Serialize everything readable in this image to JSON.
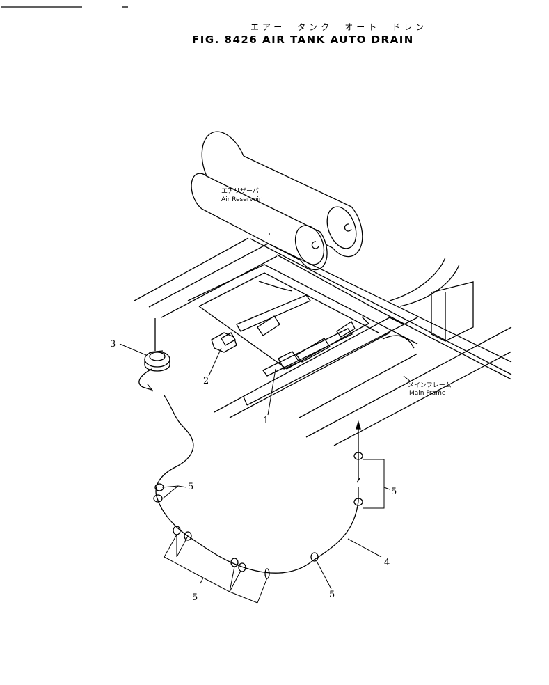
{
  "header": {
    "title_jp": "エアー　タンク　オート　ドレン",
    "title_en": "FIG. 8426  AIR  TANK  AUTO  DRAIN"
  },
  "labels": {
    "reservoir_jp": "エアリザーバ",
    "reservoir_en": "Air Reservoir",
    "frame_jp": "メインフレーム",
    "frame_en": "Main Frame"
  },
  "callouts": {
    "c1": "1",
    "c2": "2",
    "c3": "3",
    "c4": "4",
    "c5a": "5",
    "c5b": "5",
    "c5c": "5",
    "c5d": "5"
  }
}
